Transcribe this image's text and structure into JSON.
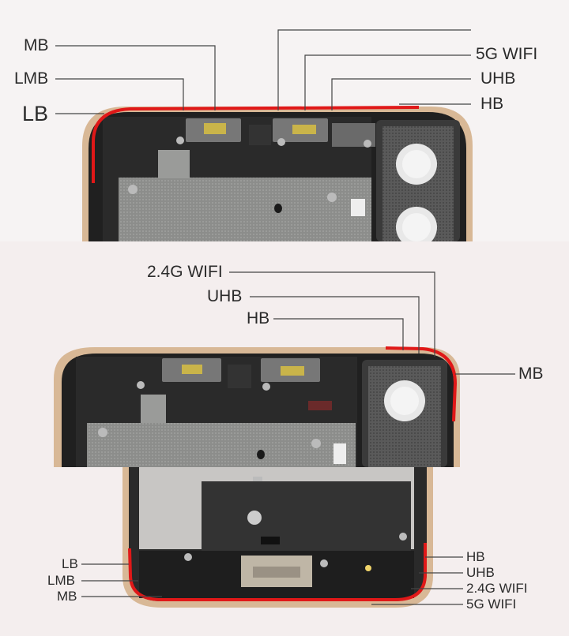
{
  "top_panel": {
    "left_labels": {
      "mb": "MB",
      "lmb": "LMB",
      "lb": "LB"
    },
    "right_labels": {
      "wifi_5g": "5G  WIFI",
      "uhb": "UHB",
      "hb": "HB"
    }
  },
  "middle_panel": {
    "labels": {
      "wifi_24g": "2.4G WIFI",
      "uhb": "UHB",
      "hb": "HB",
      "mb": "MB"
    }
  },
  "bottom_panel": {
    "left_labels": {
      "lb": "LB",
      "lmb": "LMB",
      "mb": "MB"
    },
    "right_labels": {
      "hb": "HB",
      "uhb": "UHB",
      "wifi_24g": "2.4G WIFI",
      "wifi_5g": "5G WIFI"
    }
  },
  "colors": {
    "antenna_highlight": "#e01818",
    "frame_gold": "#d8b896",
    "frame_dark": "#1c1c1c",
    "shield_gray": "#8f908e",
    "background_pink": "#f4eeee",
    "leader_line": "#444444"
  }
}
